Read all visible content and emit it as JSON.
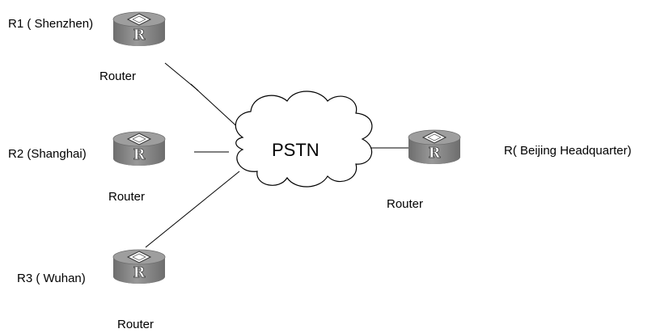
{
  "diagram": {
    "cloud_label": "PSTN",
    "router_letter": "R",
    "nodes": [
      {
        "id": "r1",
        "name": "R1 ( Shenzhen)",
        "type_label": "Router"
      },
      {
        "id": "r2",
        "name": "R2 (Shanghai)",
        "type_label": "Router"
      },
      {
        "id": "r3",
        "name": "R3 (  Wuhan)",
        "type_label": "Router"
      },
      {
        "id": "hq",
        "name": "R( Beijing  Headquarter)",
        "type_label": "Router"
      }
    ],
    "colors": {
      "router_body": "#8c8c8c",
      "router_top": "#a6a6a6",
      "router_front": "#707070",
      "line": "#000000",
      "cloud_fill": "#ffffff"
    }
  }
}
